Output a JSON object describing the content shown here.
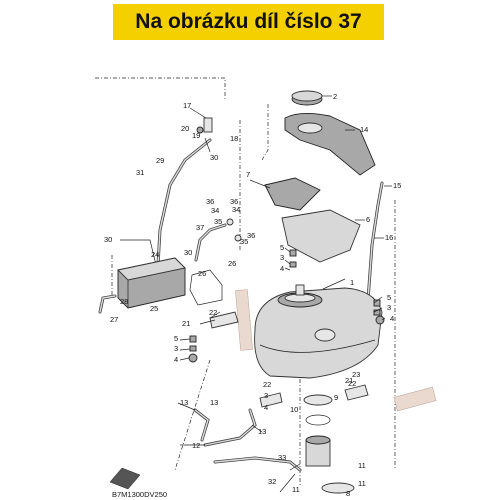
{
  "banner": {
    "text": "Na obrázku díl číslo 37",
    "color": "#f5d000"
  },
  "diagram_code": "B7M1300DV250",
  "labels": {
    "l1": "1",
    "l2": "2",
    "l3": "3",
    "l4": "4",
    "l5": "5",
    "l6": "6",
    "l7": "7",
    "l8": "8",
    "l9": "9",
    "l10": "10",
    "l11": "11",
    "l12": "12",
    "l13": "13",
    "l14": "14",
    "l15": "15",
    "l16": "16",
    "l17": "17",
    "l18": "18",
    "l19": "19",
    "l20": "20",
    "l21": "21",
    "l22": "22",
    "l23": "23",
    "l24": "24",
    "l25": "25",
    "l26": "26",
    "l27": "27",
    "l28": "28",
    "l29": "29",
    "l30": "30",
    "l31": "31",
    "l32": "32",
    "l33": "33",
    "l34": "34",
    "l35": "35",
    "l36": "36",
    "l37": "37"
  }
}
